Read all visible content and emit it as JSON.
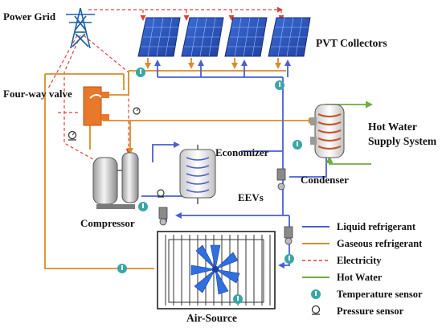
{
  "labels": {
    "power_grid": "Power Grid",
    "pvt": "PVT Collectors",
    "four_way": "Four-way valve",
    "hot_water_1": "Hot Water",
    "hot_water_2": "Supply System",
    "economizer": "Economizer",
    "condenser": "Condenser",
    "eevs": "EEVs",
    "compressor": "Compressor",
    "air_source": "Air-Source"
  },
  "legend": [
    {
      "label": "Liquid refrigerant",
      "style": "line",
      "color": "#4a5fd4"
    },
    {
      "label": "Gaseous refrigerant",
      "style": "line",
      "color": "#d98c2b"
    },
    {
      "label": "Electricity",
      "style": "dashed",
      "color": "#e0403a"
    },
    {
      "label": "Hot Water",
      "style": "line",
      "color": "#6cae3a"
    },
    {
      "label": "Temperature sensor",
      "style": "temp-icon",
      "color": "#3aa6a6"
    },
    {
      "label": "Pressure sensor",
      "style": "pressure-icon",
      "color": "#333333"
    }
  ],
  "colors": {
    "liquid": "#4a5fd4",
    "gas": "#d98c2b",
    "electric": "#e0403a",
    "hot_water": "#6cae3a",
    "valve": "#e8782a",
    "sensor": "#3aa6a6"
  }
}
